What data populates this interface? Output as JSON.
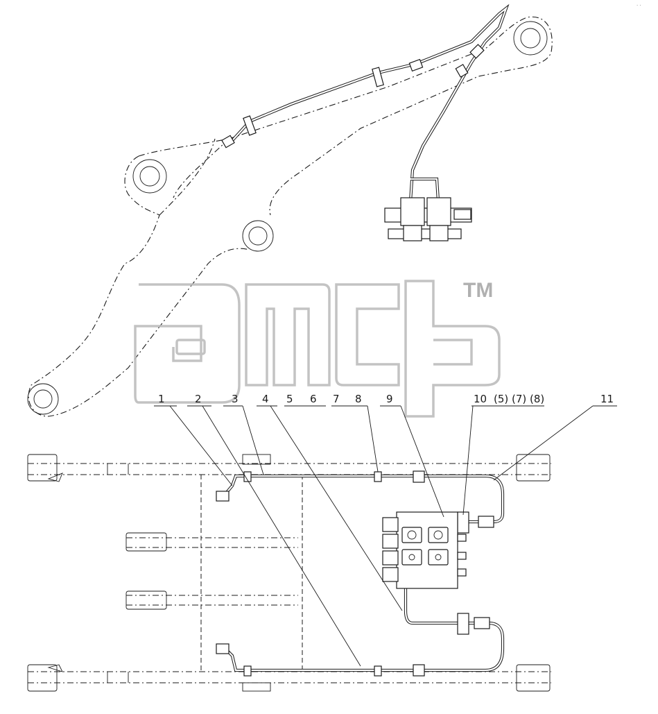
{
  "drawing": {
    "callouts": [
      {
        "id": "c1",
        "text": "1"
      },
      {
        "id": "c2",
        "text": "2"
      },
      {
        "id": "c3",
        "text": "3"
      },
      {
        "id": "c4",
        "text": "4"
      },
      {
        "id": "c5",
        "text": "5"
      },
      {
        "id": "c6",
        "text": "6"
      },
      {
        "id": "c7",
        "text": "7"
      },
      {
        "id": "c8",
        "text": "8"
      },
      {
        "id": "c9",
        "text": "9"
      },
      {
        "id": "c10",
        "text": "10"
      },
      {
        "id": "c5b",
        "text": "(5)"
      },
      {
        "id": "c7b",
        "text": "(7)"
      },
      {
        "id": "c8b",
        "text": "(8)"
      },
      {
        "id": "c11",
        "text": "11"
      }
    ],
    "watermark": {
      "tm": "TM"
    },
    "corner_mark": "· ·"
  }
}
